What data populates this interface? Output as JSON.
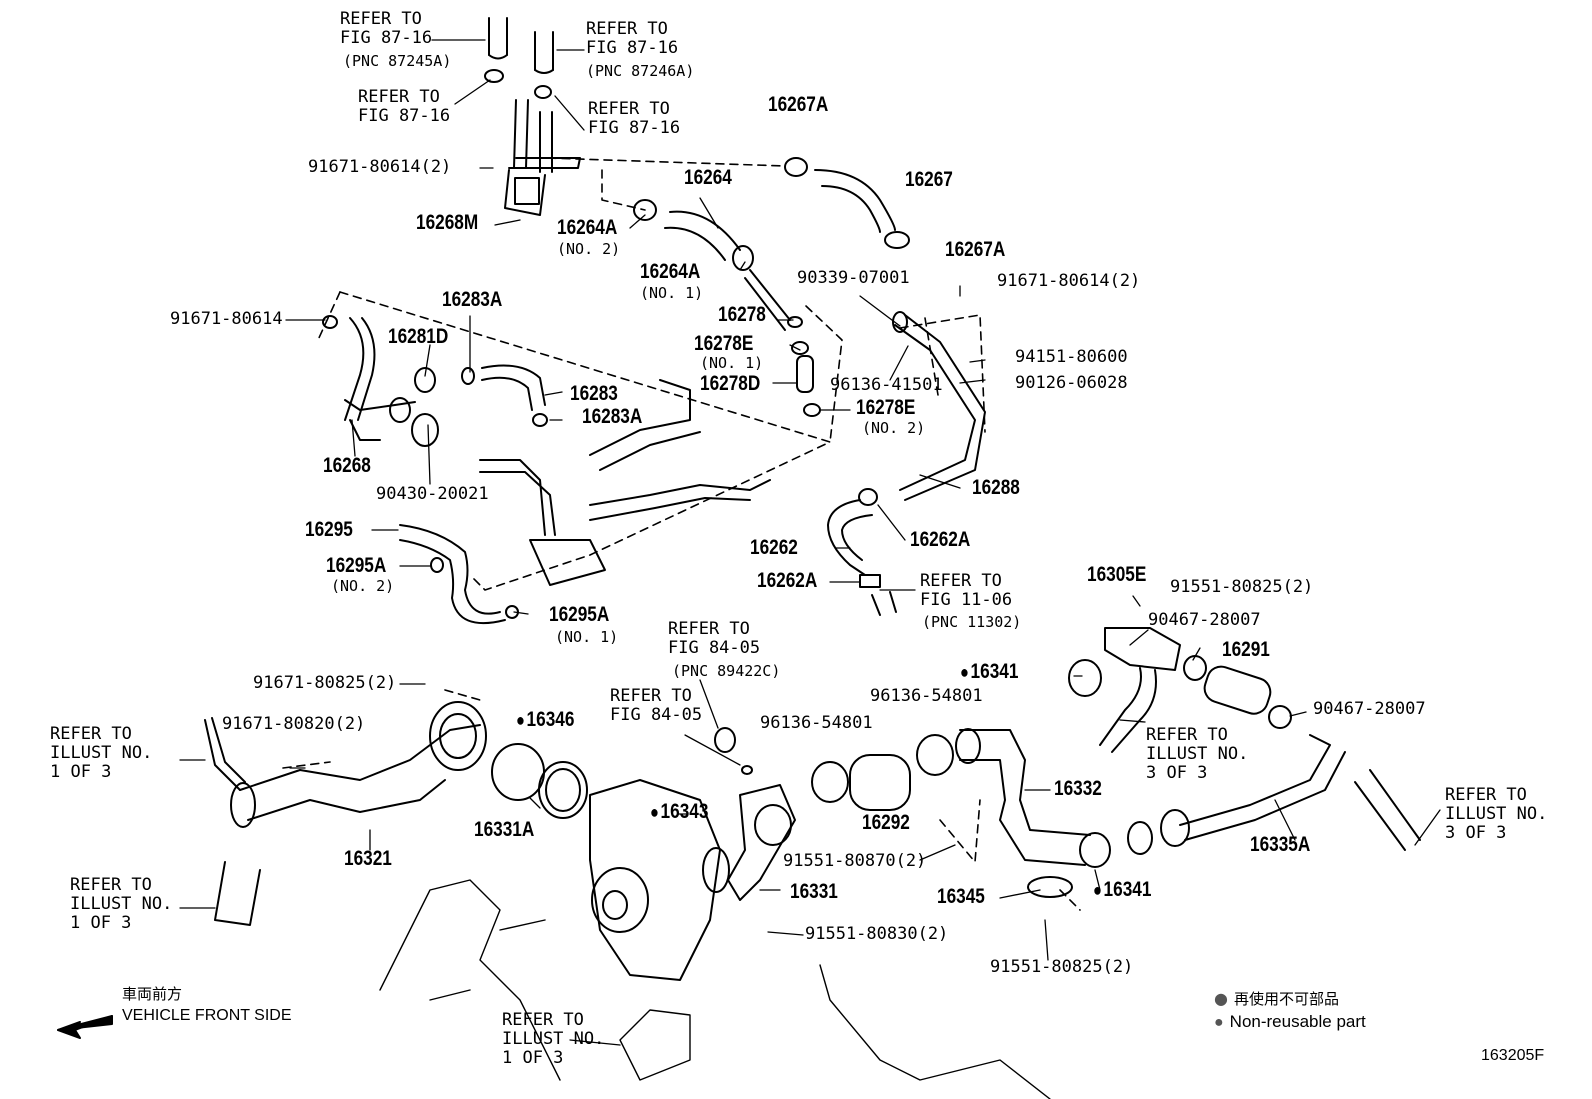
{
  "labels": {
    "refer_87_16_a": "REFER TO\nFIG 87-16",
    "pnc_87245a": "(PNC 87245A)",
    "refer_87_16_b": "REFER TO\nFIG 87-16",
    "pnc_87246a": "(PNC 87246A)",
    "refer_87_16_c": "REFER TO\nFIG 87-16",
    "refer_87_16_d": "REFER TO\nFIG 87-16",
    "p91671_80614_2a": "91671-80614(2)",
    "p16267A_top": "16267A",
    "p16264": "16264",
    "p16267": "16267",
    "p16268M": "16268M",
    "p16264A_no2": "16264A",
    "no2_a": "(NO. 2)",
    "p16267A_bot": "16267A",
    "p16264A_no1": "16264A",
    "no1_a": "(NO. 1)",
    "p90339_07001": "90339-07001",
    "p91671_80614_2b": "91671-80614(2)",
    "p91671_80614": "91671-80614",
    "p16283A_top": "16283A",
    "p16281D": "16281D",
    "p16278": "16278",
    "p16278E_no1": "16278E",
    "no1_b": "(NO. 1)",
    "p94151_80600": "94151-80600",
    "p16278D": "16278D",
    "p96136_41501": "96136-41501",
    "p90126_06028": "90126-06028",
    "p16283": "16283",
    "p16283A_mid": "16283A",
    "p16278E_no2": "16278E",
    "no2_b": "(NO. 2)",
    "p16268": "16268",
    "p90430_20021": "90430-20021",
    "p16288": "16288",
    "p16295": "16295",
    "p16262A_right": "16262A",
    "p16295A_no2": "16295A",
    "no2_c": "(NO. 2)",
    "p16262": "16262",
    "p16262A_left": "16262A",
    "refer_11_06": "REFER TO\nFIG 11-06",
    "pnc_11302": "(PNC 11302)",
    "p16295A_no1": "16295A",
    "no1_c": "(NO. 1)",
    "p16305E": "16305E",
    "p91551_80825_2a": "91551-80825(2)",
    "p90467_28007_a": "90467-28007",
    "refer_84_05_a": "REFER TO\nFIG 84-05",
    "pnc_89422c": "(PNC 89422C)",
    "p16291": "16291",
    "p16341_top": "16341",
    "p91671_80825_2": "91671-80825(2)",
    "p96136_54801_a": "96136-54801",
    "refer_84_05_b": "REFER TO\nFIG 84-05",
    "p90467_28007_b": "90467-28007",
    "refer_illust_a": "REFER TO\nILLUST NO.\n3 OF 3",
    "p16346": "16346",
    "p91671_80820_2": "91671-80820(2)",
    "p96136_54801_b": "96136-54801",
    "refer_illust_b": "REFER TO\nILLUST NO.\n1 OF 3",
    "refer_illust_c": "REFER TO\nILLUST NO.\n3 OF 3",
    "p16332": "16332",
    "p16343": "16343",
    "p16292": "16292",
    "p16331A": "16331A",
    "p16335A": "16335A",
    "p16321": "16321",
    "p91551_80870_2": "91551-80870(2)",
    "refer_illust_d": "REFER TO\nILLUST NO.\n1 OF 3",
    "p16331": "16331",
    "p16341_bot": "16341",
    "p16345": "16345",
    "p91551_80830_2": "91551-80830(2)",
    "p91551_80825_2b": "91551-80825(2)",
    "front_jp": "車両前方",
    "front_en": "VEHICLE FRONT SIDE",
    "refer_illust_e": "REFER TO\nILLUST NO.\n1 OF 3",
    "legend_jp": "再使用不可部品",
    "legend_en": "Non-reusable part",
    "fig_code": "163205F"
  }
}
